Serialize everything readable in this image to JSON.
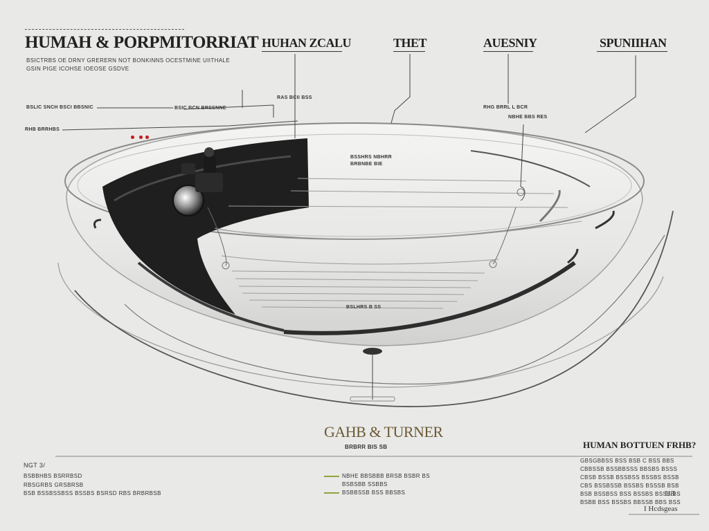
{
  "header": {
    "title": "HUMAH & PORPMITORRIAT",
    "subtitle_1": "BSICTRBS OE DRNY GRERERN NOT BONKINNS OCESTMINE UIITHALE",
    "subtitle_2": "GSIN PIGE ICOHSE IOEOSE GSDVE"
  },
  "columns": [
    {
      "label": "HUHAN ZCALU"
    },
    {
      "label": "THET"
    },
    {
      "label": "AUESNIY"
    },
    {
      "label": "SPUNIIHAN"
    }
  ],
  "callouts": {
    "left_1": "BSLIC SNCH BSCI BBSNIC",
    "left_1b": "BSIC BCN BRSSNNE",
    "left_2": "RHB BRRHBS",
    "top_center": "RAS BCII BSS",
    "right_1": "RHG BRRL L BCR",
    "right_2": "NBHE BBS RES",
    "inner_top_1": "BSSHRS NBHRR",
    "inner_top_2": "BRBNBE BIE",
    "inner_bottom": "BSLHRS B SS"
  },
  "footer": {
    "center_title": "GAHB & TURNER",
    "center_sub": "BRBRR BIS SB",
    "right_title": "HUMAN BOTTUEN FRHB?",
    "right_body": [
      "GBSGBBSS BSS BSB C BSS BBS",
      "CBBSSB BSSBBSSS BBSBS BSSS",
      "CBSB BSSB BSSBSS BSSBS BSSB",
      "CBS BSSBSSB BSSBS BSSSB BSB",
      "BSB BSSBSS BSS BSSBS BSSB BS",
      "BSBB BSS BSSBS BBSSB BBS BSS"
    ],
    "right_sign": "UB",
    "right_note": "I Hcdsgeas",
    "left_items": [
      "NGT 3/",
      "BSBBHBS BSRRBSD",
      "RBSGRBS GRSBRSB",
      "BSB BSSBSSBSS BSSBS BSRSD RBS BRBRBSB"
    ],
    "center_items": [
      "NBHE BBSBBB BRSB BSBR BS",
      "BSBSBB SSBBS",
      "BSBBSSB BSS BBSBS"
    ]
  },
  "colors": {
    "accent_red": "#c8181a",
    "legend_green": "#8fa43a",
    "ink": "#222222",
    "background": "#e9e9e8"
  }
}
